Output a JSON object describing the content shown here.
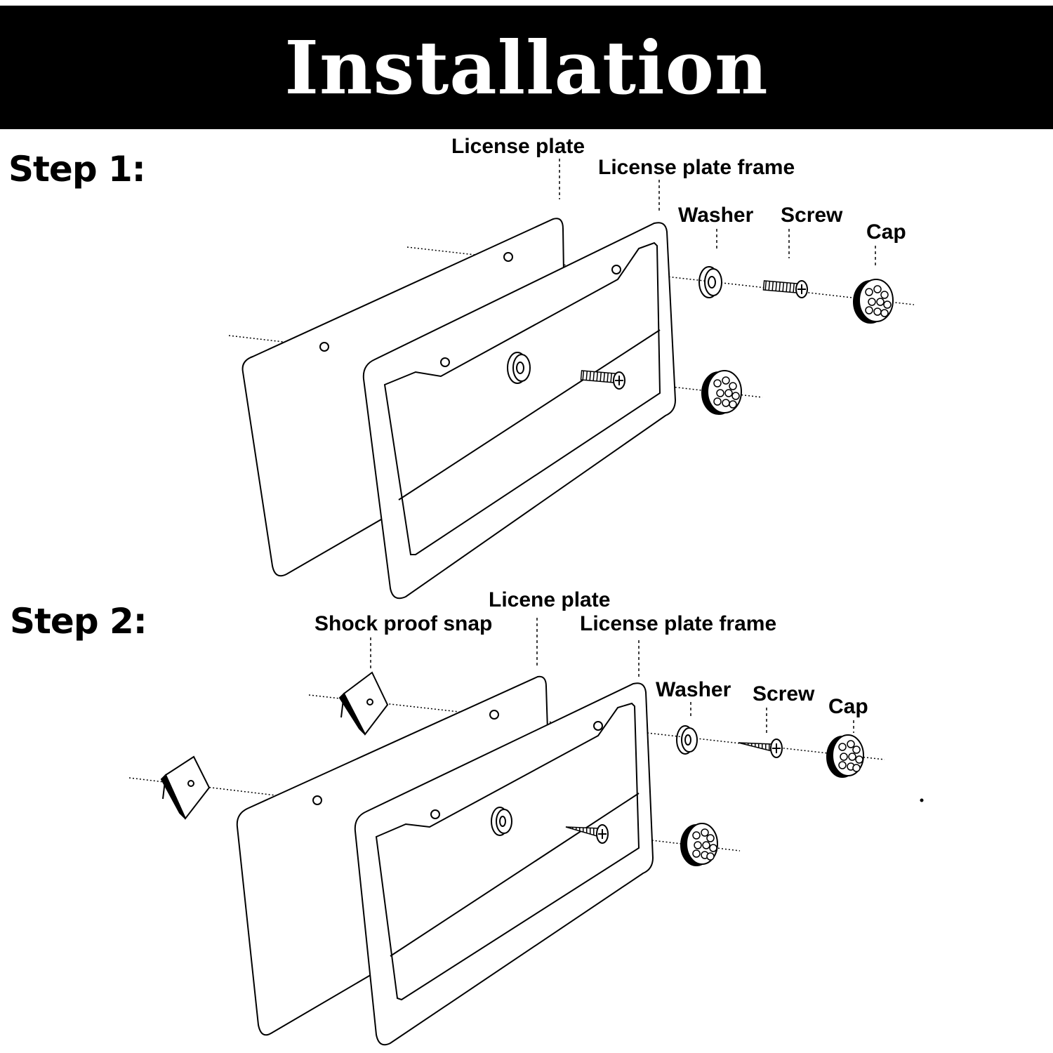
{
  "title": "Installation",
  "colors": {
    "banner": "#000000",
    "title": "#ffffff",
    "ink": "#000000"
  },
  "step1": {
    "heading": "Step 1:",
    "labels": {
      "license_plate": "License plate",
      "license_plate_frame": "License plate frame",
      "washer": "Washer",
      "screw": "Screw",
      "cap": "Cap"
    }
  },
  "step2": {
    "heading": "Step 2:",
    "labels": {
      "license_plate": "Licene plate",
      "shock_proof_snap": "Shock proof snap",
      "license_plate_frame": "License plate frame",
      "washer": "Washer",
      "screw": "Screw",
      "cap": "Cap"
    }
  }
}
